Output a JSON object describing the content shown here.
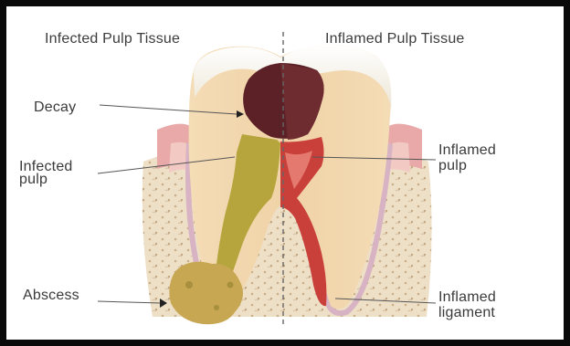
{
  "headings": {
    "left": "Infected Pulp Tissue",
    "right": "Inflamed Pulp Tissue"
  },
  "labels": {
    "decay": "Decay",
    "infected_pulp": [
      "Infected",
      "pulp"
    ],
    "abscess": "Abscess",
    "inflamed_pulp": [
      "Inflamed",
      "pulp"
    ],
    "inflamed_ligament": [
      "Inflamed",
      "ligament"
    ]
  },
  "colors": {
    "frame": "#0a0a0a",
    "bone": "#eddcc3",
    "gum": "#e6a6a6",
    "dentin": "#f1d6ad",
    "enamel": "#f5f3ec",
    "decay": "#5e2329",
    "infected_pulp": "#b7a63d",
    "inflamed_pulp": "#c83a35",
    "abscess": "#c8a953",
    "ligament": "#d9b8c4"
  }
}
